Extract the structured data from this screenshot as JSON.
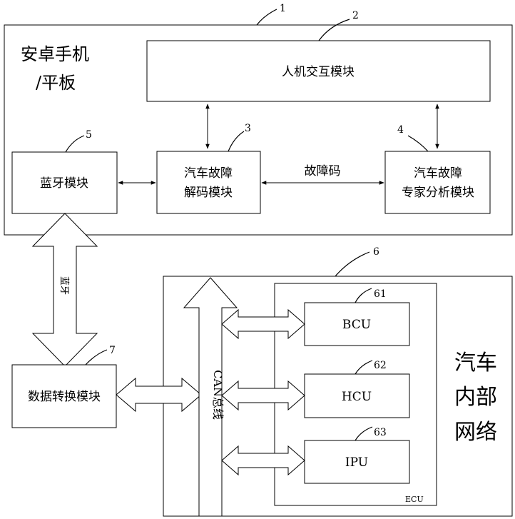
{
  "device_label": [
    "安卓手机",
    "/平板"
  ],
  "network_label": [
    "汽车",
    "内部",
    "网络"
  ],
  "modules": {
    "hmi": "人机交互模块",
    "bluetooth": "蓝牙模块",
    "decoder": [
      "汽车故障",
      "解码模块"
    ],
    "expert": [
      "汽车故障",
      "专家分析模块"
    ],
    "converter": "数据转换模块",
    "bcu": "BCU",
    "hcu": "HCU",
    "ipu": "IPU"
  },
  "labels": {
    "fault_code": "故障码",
    "bluetooth_link": "蓝牙",
    "can_bus": "CAN总线",
    "ecu": "ECU"
  },
  "callouts": {
    "n1": "1",
    "n2": "2",
    "n3": "3",
    "n4": "4",
    "n5": "5",
    "n6": "6",
    "n7": "7",
    "n61": "61",
    "n62": "62",
    "n63": "63"
  }
}
